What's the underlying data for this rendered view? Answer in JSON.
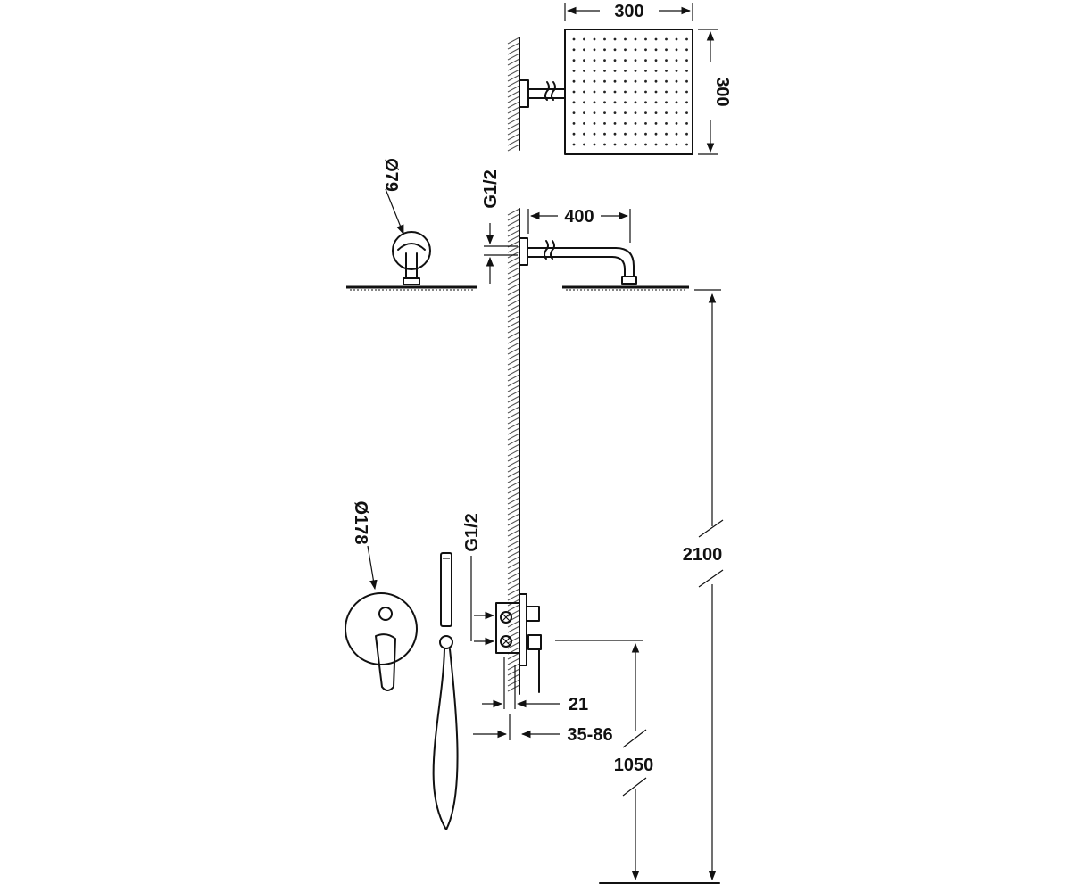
{
  "title": "",
  "dimensions": {
    "rain_head_width": "300",
    "rain_head_depth": "300",
    "arm_flange_diameter": "Ø79",
    "arm_thread": "G1/2",
    "arm_projection": "400",
    "mixer_plate_diameter": "Ø178",
    "mixer_thread": "G1/2",
    "plate_thickness": "21",
    "embed_depth": "35-86",
    "mixer_height": "1050",
    "head_height": "2100"
  },
  "colors": {
    "line": "#111111",
    "background": "#ffffff"
  }
}
